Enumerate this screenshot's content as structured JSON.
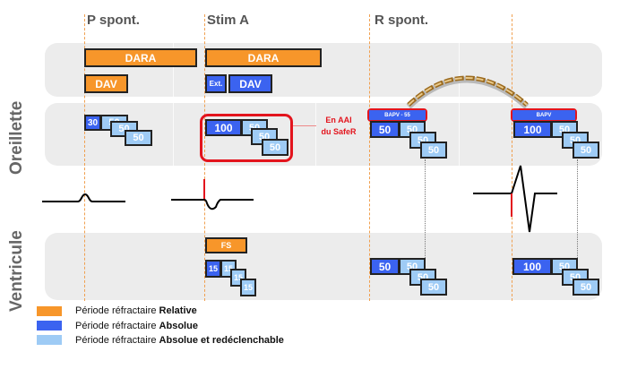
{
  "headers": {
    "p_spont": "P spont.",
    "stim_a": "Stim A",
    "r_spont": "R spont."
  },
  "side_labels": {
    "atrium": "Oreillette",
    "ventricle": "Ventricule"
  },
  "top_row": {
    "dara_1": "DARA",
    "dara_2": "DARA",
    "dav_1": "DAV",
    "ext": "Ext.",
    "dav_2": "DAV"
  },
  "atrial_row": {
    "p_spont": [
      "30",
      "50",
      "50",
      "50"
    ],
    "stim_a": [
      "100",
      "50",
      "50",
      "50"
    ],
    "r_spont_1": [
      "50",
      "50",
      "50",
      "50"
    ],
    "r_spont_2": [
      "100",
      "50",
      "50",
      "50"
    ],
    "bapv_1": "BAPV - 55",
    "bapv_2": "BAPV"
  },
  "annotation": {
    "line1": "En AAI",
    "line2": "du SafeR"
  },
  "ventricle_row": {
    "fs": "FS",
    "stim_a": [
      "15",
      "15",
      "15",
      "15"
    ],
    "r_spont_1": [
      "50",
      "50",
      "50",
      "50"
    ],
    "r_spont_2": [
      "100",
      "50",
      "50",
      "50"
    ]
  },
  "legend": [
    {
      "prefix": "Période réfractaire ",
      "bold": "Relative",
      "color": "#f7962a"
    },
    {
      "prefix": "Période réfractaire ",
      "bold": "Absolue",
      "color": "#3b63f0"
    },
    {
      "prefix": "Période réfractaire ",
      "bold": "Absolue et redéclenchable",
      "color": "#9ecbf5"
    }
  ],
  "colors": {
    "relative": "#f7962a",
    "absolute": "#3b63f0",
    "absolute_retrigger": "#9ecbf5",
    "highlight": "#e3141d"
  }
}
